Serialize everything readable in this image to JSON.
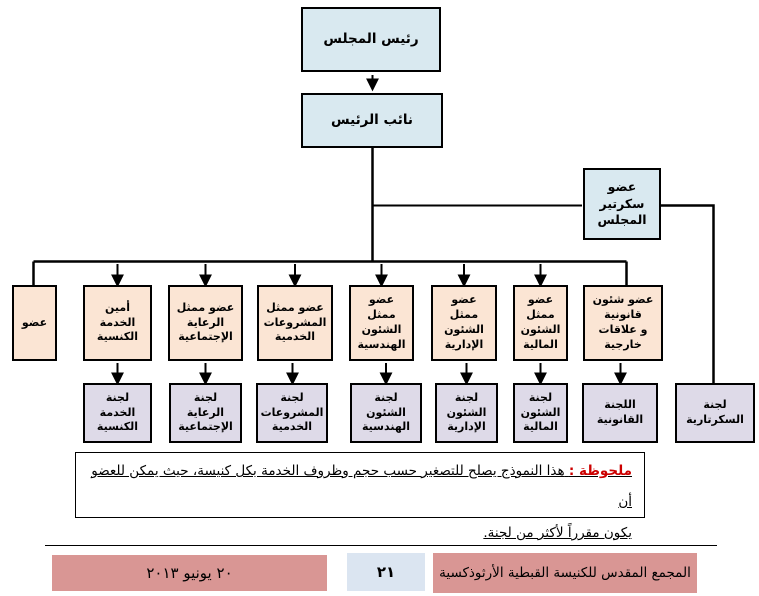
{
  "chart": {
    "president": "رئيس المجلس",
    "vice_president": "نائب الرئيس",
    "secretary": "عضو\nسكرتير\nالمجلس",
    "members": [
      {
        "label": "عضو"
      },
      {
        "label": "أمين\nالخدمة\nالكنسية"
      },
      {
        "label": "عضو ممثل\nالرعاية\nالإجتماعية"
      },
      {
        "label": "عضو ممثل\nالمشروعات\nالخدمية"
      },
      {
        "label": "عضو\nممثل\nالشئون\nالهندسية"
      },
      {
        "label": "عضو\nممثل\nالشئون\nالإدارية"
      },
      {
        "label": "عضو\nممثل\nالشئون\nالمالية"
      },
      {
        "label": "عضو شئون\nقانونية\nو علاقات\nخارجية"
      }
    ],
    "committees": [
      {
        "label": "لجنة\nالخدمة\nالكنسية"
      },
      {
        "label": "لجنة\nالرعاية\nالإجتماعية"
      },
      {
        "label": "لجنة\nالمشروعات\nالخدمية"
      },
      {
        "label": "لجنة\nالشئون\nالهندسية"
      },
      {
        "label": "لجنة\nالشئون\nالإدارية"
      },
      {
        "label": "لجنة\nالشئون\nالمالية"
      },
      {
        "label": "اللجنة\nالقانونية"
      },
      {
        "label": "لجنة\nالسكرتارية"
      }
    ]
  },
  "note": {
    "label": "ملحوظة :",
    "line1": "هذا النموذج يصلح للتصغير حسب حجم وظروف الخدمة بكل كنيسة، حيث يمكن للعضو أن",
    "line2": "يكون مقرراً لأكثر من لجنة."
  },
  "footer": {
    "date": "٢٠ يونيو ٢٠١٣",
    "page_number": "٢١",
    "organization": "المجمع المقدس للكنيسة القبطية الأرثوذكسية"
  },
  "colors": {
    "box_blue": "#d9e9f0",
    "box_peach": "#fbe5d4",
    "box_purple": "#dedae8",
    "footer_pink": "#d99694",
    "footer_blue": "#dbe5f1",
    "note_red": "#cc0000",
    "line_black": "#000000"
  }
}
